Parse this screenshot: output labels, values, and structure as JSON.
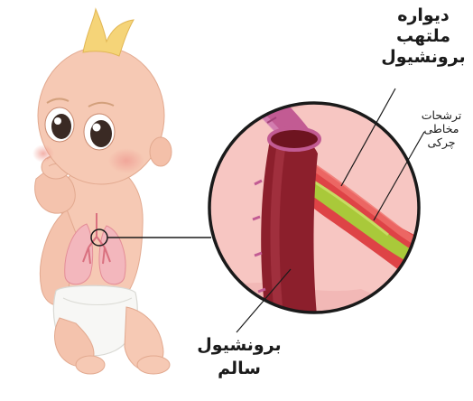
{
  "labels": {
    "inflamed_wall": "دیواره\nملتهب\nبرونشیول",
    "mucus_secretions": "ترشحات\nمخاطی\nچرکی",
    "healthy_bronchiole": "برونشیول\nسالم"
  },
  "colors": {
    "skin": "#f6c9b4",
    "skin_shadow": "#e7a98f",
    "hair": "#f5d478",
    "lung": "#f3b7bd",
    "diaper": "#f7f7f5",
    "circle_bg": "#f7c6c2",
    "healthy_tube": "#8c1f2c",
    "inflamed_tube": "#de4346",
    "mucus": "#a9c93a",
    "vessel": "#c25b93",
    "ring": "#1a1a1a"
  }
}
